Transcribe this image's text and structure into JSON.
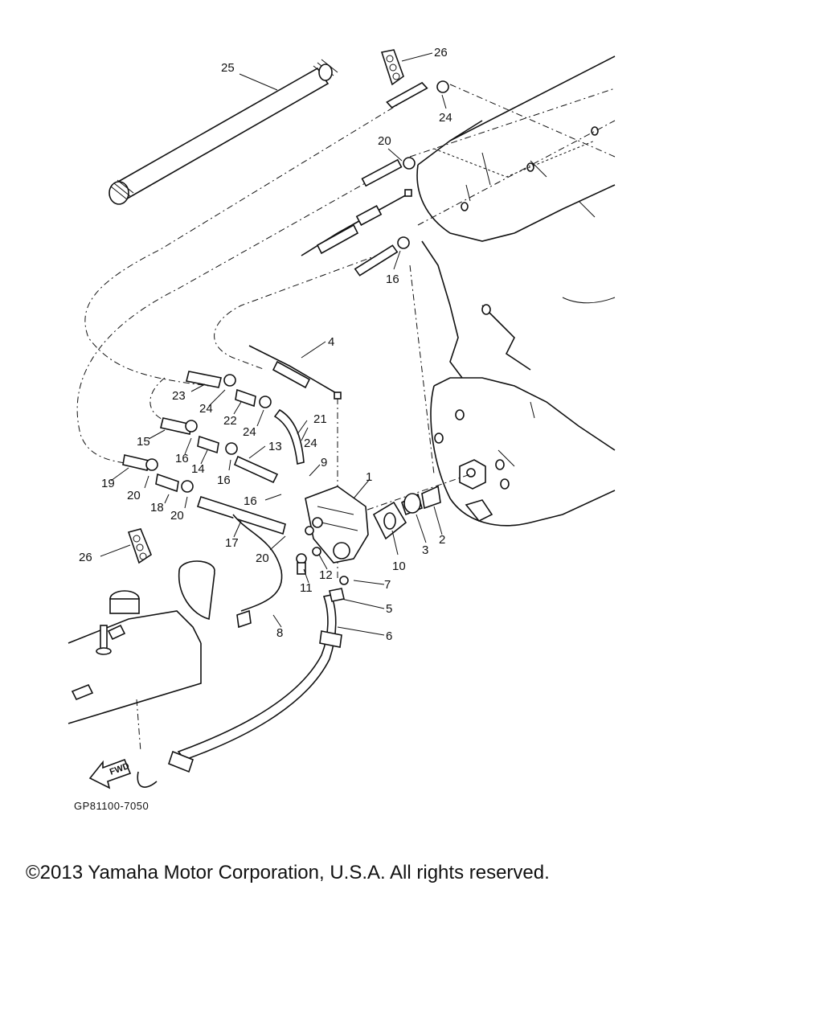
{
  "diagram": {
    "code": "GP81100-7050",
    "fwd_label": "FWD",
    "callouts": [
      "1",
      "2",
      "3",
      "4",
      "5",
      "6",
      "7",
      "8",
      "9",
      "10",
      "11",
      "12",
      "13",
      "14",
      "15",
      "16",
      "16",
      "16",
      "16",
      "17",
      "18",
      "19",
      "20",
      "20",
      "20",
      "20",
      "21",
      "22",
      "23",
      "24",
      "24",
      "24",
      "24",
      "25",
      "26",
      "26"
    ]
  },
  "footer": {
    "copyright": "©2013 Yamaha Motor Corporation, U.S.A. All rights reserved."
  }
}
